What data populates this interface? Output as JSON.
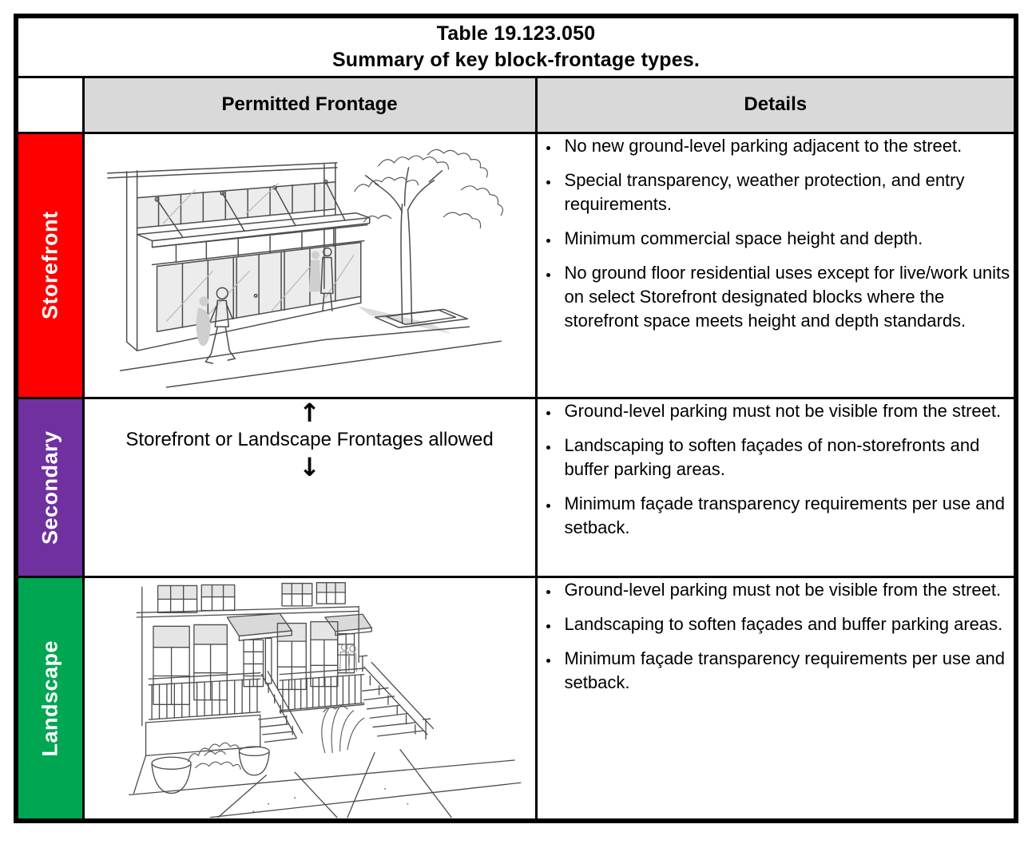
{
  "table": {
    "title_line1": "Table 19.123.050",
    "title_line2": "Summary of key block-frontage types.",
    "headers": {
      "permitted_frontage": "Permitted Frontage",
      "details": "Details"
    },
    "colors": {
      "storefront_red": "#FF0000",
      "secondary_purple": "#7030A0",
      "landscape_green": "#00A651",
      "header_gray": "#D9D9D9",
      "border_black": "#000000"
    },
    "rows": [
      {
        "label": "Storefront",
        "color": "#FF0000",
        "frontage_illustration": "storefront-perspective-sketch",
        "details": [
          "No new ground-level parking adjacent to the street.",
          "Special transparency, weather protection, and entry requirements.",
          "Minimum commercial space height and depth.",
          "No ground floor residential uses except for live/work units on select Storefront designated blocks where the storefront space meets height and depth standards."
        ]
      },
      {
        "label": "Secondary",
        "color": "#7030A0",
        "arrow_up": "↑",
        "frontage_text": "Storefront or Landscape Frontages allowed",
        "arrow_down": "↓",
        "details": [
          "Ground-level parking must not be visible from the street.",
          "Landscaping to soften façades of non-storefronts and buffer parking areas.",
          "Minimum façade transparency requirements per use and setback."
        ]
      },
      {
        "label": "Landscape",
        "color": "#00A651",
        "frontage_illustration": "rowhouse-landscape-sketch",
        "details": [
          "Ground-level parking must not be visible from the street.",
          "Landscaping to soften façades and buffer parking areas.",
          "Minimum façade transparency requirements per use and setback."
        ]
      }
    ]
  }
}
